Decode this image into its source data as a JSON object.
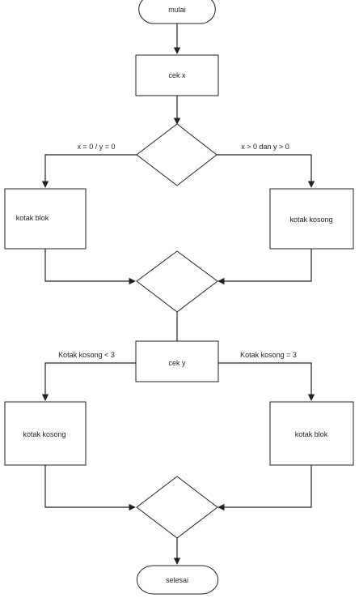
{
  "nodes": {
    "start": "mulai",
    "check_x": "cek x",
    "block_left_1": "kotak blok",
    "empty_right_1": "kotak kosong",
    "check_y": "cek y",
    "empty_left_2": "kotak kosong",
    "block_right_2": "kotak blok",
    "end": "selesai"
  },
  "edges": {
    "x_left": "x = 0 / y = 0",
    "x_right": "x > 0 dan y > 0",
    "y_left": "Kotak kosong < 3",
    "y_right": "Kotak kosong = 3"
  },
  "colors": {
    "stroke": "#222222",
    "fill": "#ffffff"
  }
}
